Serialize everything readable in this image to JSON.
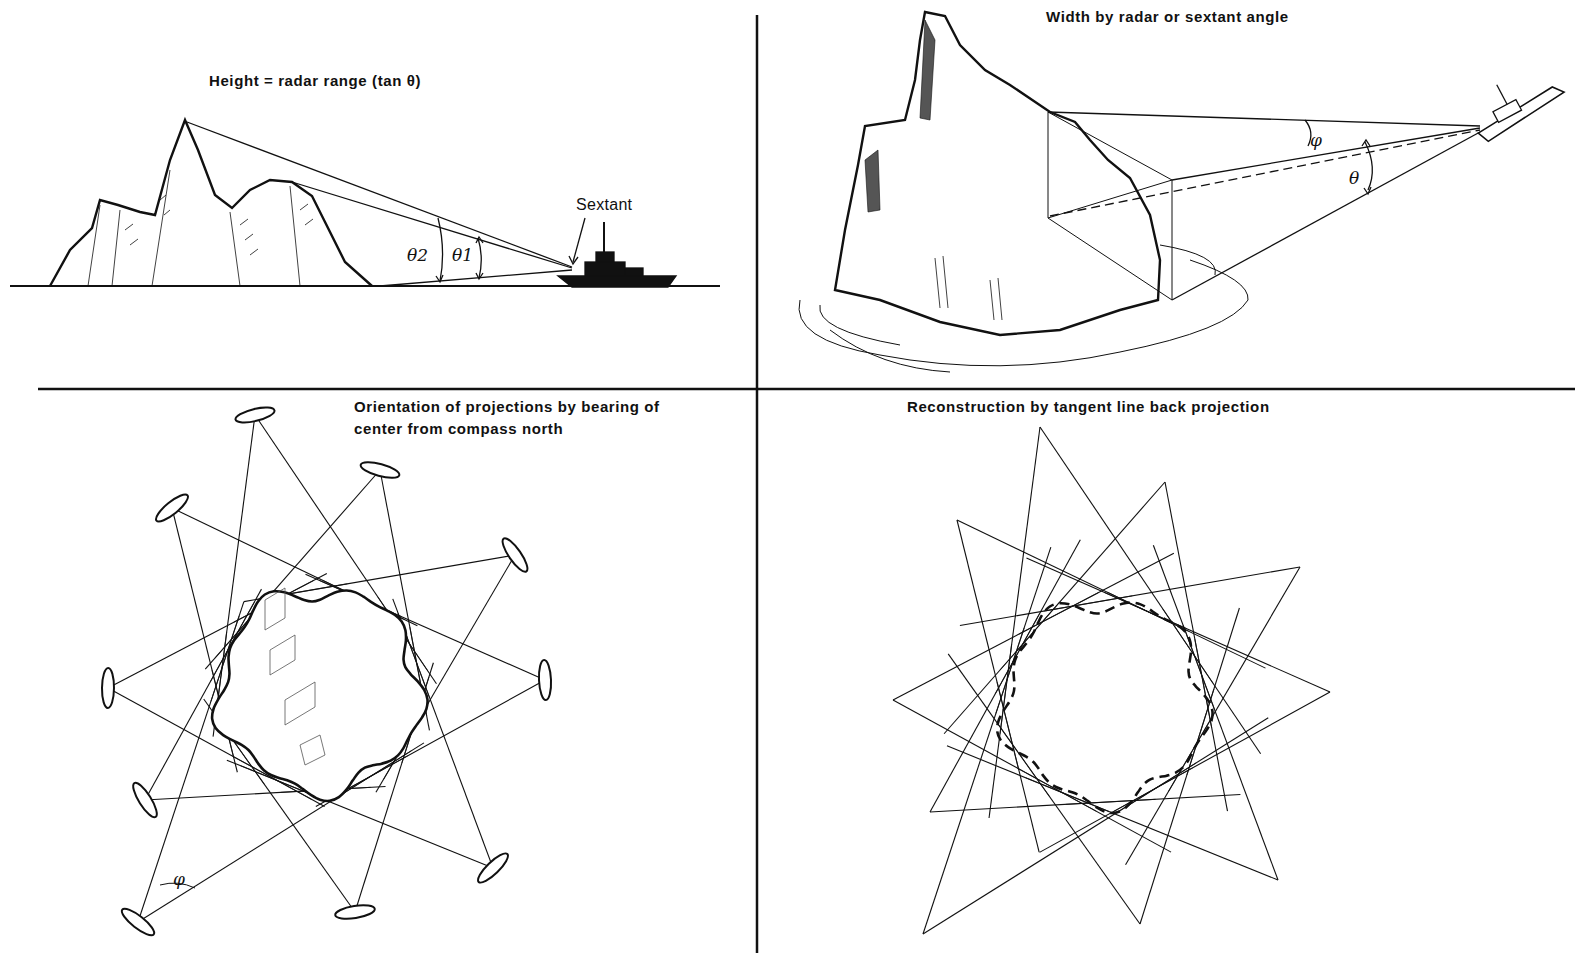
{
  "diagram": {
    "labels": [
      "Height = radar range (tan θ)",
      "Sextant",
      "θ2",
      "θ1",
      "Width by radar or sextant angle",
      "φ",
      "θ",
      "Orientation of projections by bearing of center from compass north",
      "φ",
      "Reconstruction by tangent line back projection"
    ]
  }
}
